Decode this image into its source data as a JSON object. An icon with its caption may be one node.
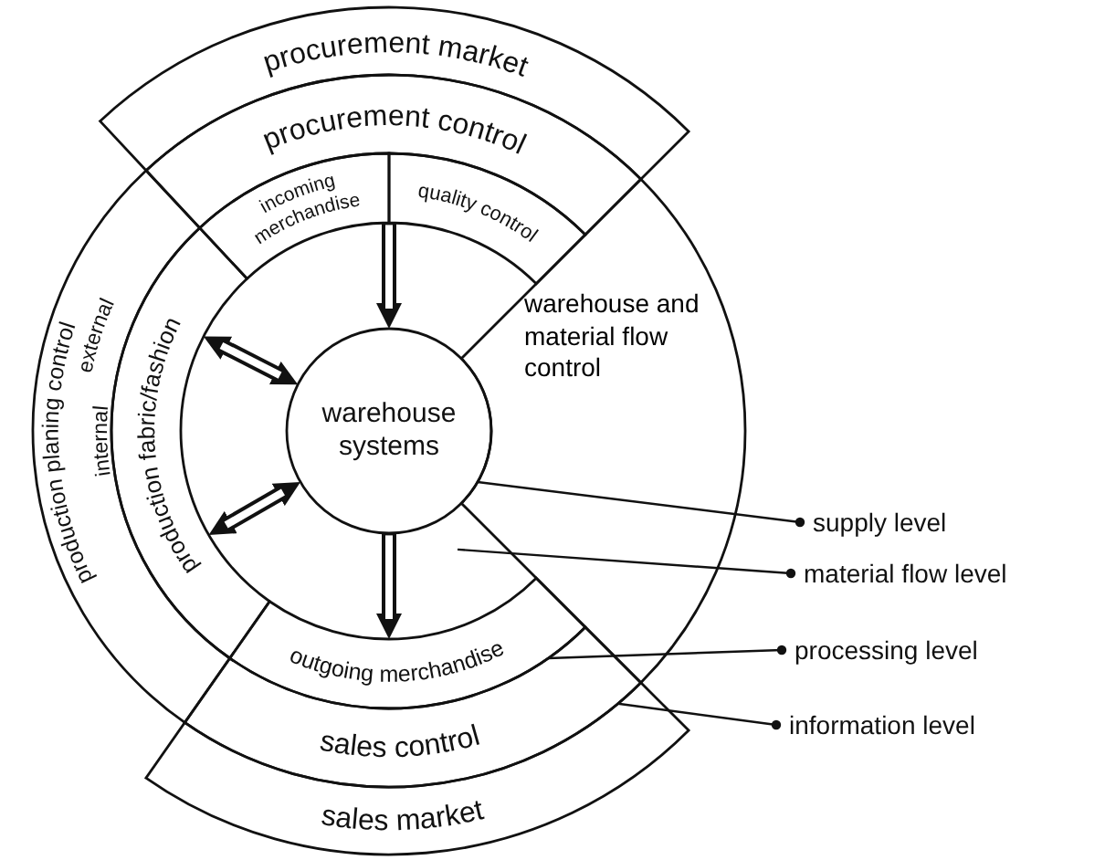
{
  "diagram": {
    "nodes": [
      {
        "text": [
          "warehouse systems"
        ]
      },
      {
        "text": [
          "incoming merchandise"
        ]
      },
      {
        "text": [
          "quality control"
        ]
      },
      {
        "text": [
          "production fabric/fashion"
        ]
      },
      {
        "text": [
          "outgoing merchandise"
        ]
      },
      {
        "text": [
          "warehouse and material flow control"
        ]
      },
      {
        "text": [
          "procurement control"
        ]
      },
      {
        "text": [
          "sales control"
        ]
      },
      {
        "text": [
          "production planing control",
          "external",
          "internal"
        ]
      },
      {
        "text": [
          "procurement market"
        ]
      },
      {
        "text": [
          "sales market"
        ]
      },
      {
        "text": [
          "supply level"
        ]
      },
      {
        "text": [
          "material flow level"
        ]
      },
      {
        "text": [
          "processing level"
        ]
      },
      {
        "text": [
          "information level"
        ]
      }
    ],
    "edges": [
      {
        "from": 1,
        "to": 0,
        "arrow": "to",
        "style": "thick"
      },
      {
        "from": 0,
        "to": 4,
        "arrow": "to",
        "style": "thick"
      },
      {
        "from": 3,
        "to": 0,
        "arrow": "both",
        "style": "thick"
      },
      {
        "from": 3,
        "to": 0,
        "arrow": "both",
        "style": "thick"
      },
      {
        "from": 11,
        "to": 0,
        "arrow": "other"
      },
      {
        "from": 12,
        "to": null,
        "arrow": "other"
      },
      {
        "from": 13,
        "to": 4,
        "arrow": "other"
      },
      {
        "from": 14,
        "to": 7,
        "arrow": "other"
      }
    ]
  }
}
